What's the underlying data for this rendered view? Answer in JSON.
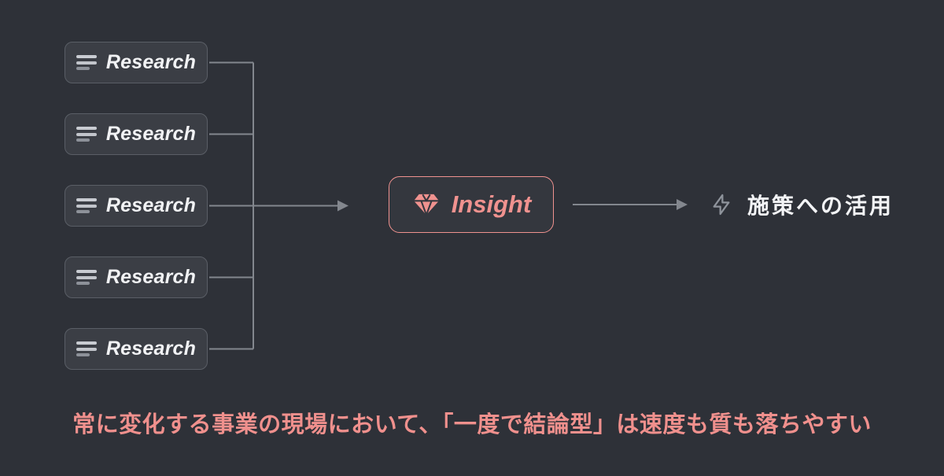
{
  "diagram": {
    "research": {
      "icon": "list-icon",
      "nodes": [
        {
          "label": "Research"
        },
        {
          "label": "Research"
        },
        {
          "label": "Research"
        },
        {
          "label": "Research"
        },
        {
          "label": "Research"
        }
      ]
    },
    "insight": {
      "icon": "gem-icon",
      "label": "Insight"
    },
    "outcome": {
      "icon": "zap-icon",
      "label": "施策への活用"
    }
  },
  "caption": {
    "text": "常に変化する事業の現場において、「一度で結論型」は速度も質も落ちやすい"
  },
  "colors": {
    "background": "#2E3138",
    "node_fill": "#3B3E45",
    "node_border": "#5A5E66",
    "connector": "#83878E",
    "accent_salmon": "#F0928F",
    "caption_salmon": "#F0908D",
    "text_white": "#F2F3F5"
  }
}
